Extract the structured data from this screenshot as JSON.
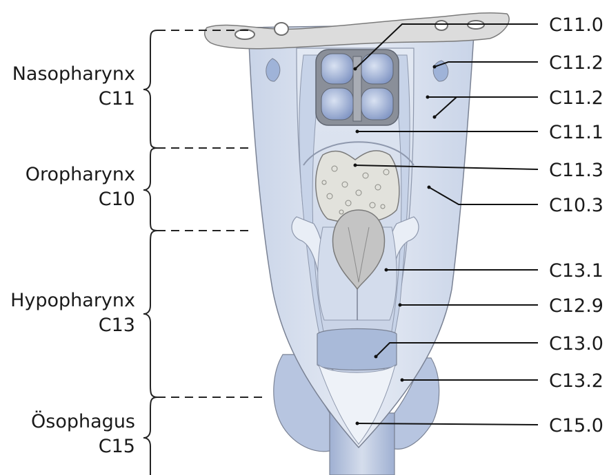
{
  "regions": [
    {
      "name": "Nasopharynx",
      "code": "C11"
    },
    {
      "name": "Oropharynx",
      "code": "C10"
    },
    {
      "name": "Hypopharynx",
      "code": "C13"
    },
    {
      "name": "Ösophagus",
      "code": "C15"
    }
  ],
  "site_codes": [
    "C11.0",
    "C11.2",
    "C11.2",
    "C11.1",
    "C11.3",
    "C10.3",
    "C13.1",
    "C12.9",
    "C13.0",
    "C13.2",
    "C15.0"
  ],
  "colors": {
    "tissue_light": "#e2e8f2",
    "tissue_mid": "#c7d3e8",
    "tissue_blue": "#9fb3d8",
    "bone": "#dcdcdc",
    "tongue_grey": "#c4c4c4",
    "outline": "#7a8294"
  }
}
